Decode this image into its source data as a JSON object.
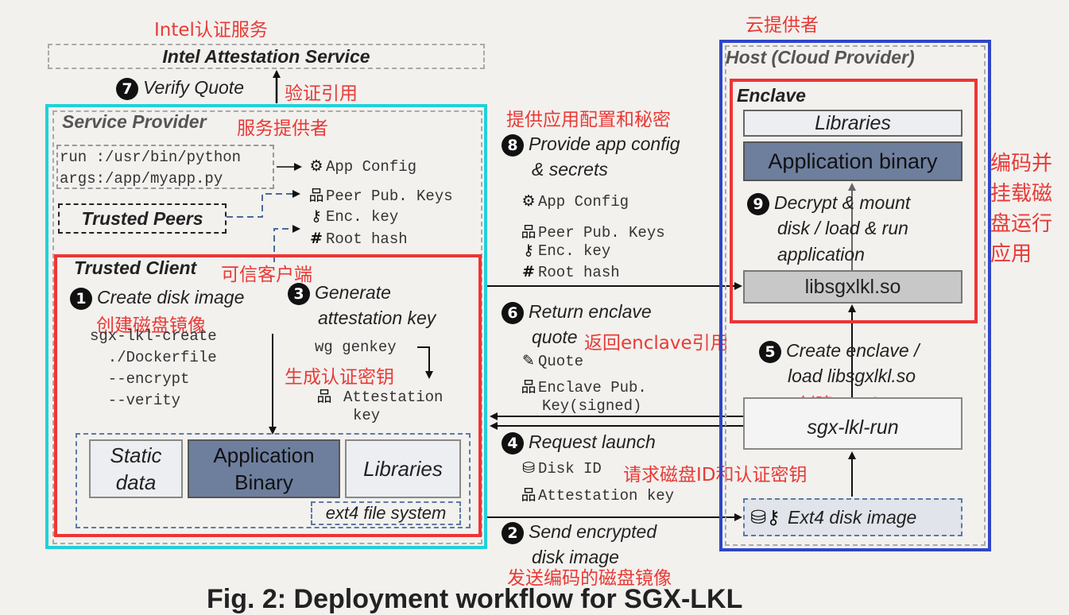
{
  "intel": {
    "cn_title": "Intel认证服务",
    "title": "Intel Attestation Service",
    "verify": "Verify Quote",
    "verify_cn": "验证引用"
  },
  "provider": {
    "title": "Service Provider",
    "title_cn": "服务提供者",
    "run_line": "run :/usr/bin/python",
    "args_line": "args:/app/myapp.py",
    "trusted_peers": "Trusted Peers",
    "items": [
      "App Config",
      "Peer Pub. Keys",
      "Enc. key",
      "Root hash"
    ]
  },
  "client": {
    "title": "Trusted Client",
    "title_cn": "可信客户端",
    "step1": "Create disk image",
    "step1_cn": "创建磁盘镜像",
    "cmd": [
      "sgx-lkl-create",
      "  ./Dockerfile",
      "  --encrypt",
      "  --verity"
    ],
    "step3_a": "Generate",
    "step3_b": "attestation key",
    "wg": "wg genkey",
    "step3_cn": "生成认证密钥",
    "att_a": "Attestation",
    "att_b": "key",
    "fs": {
      "static_a": "Static",
      "static_b": "data",
      "app_a": "Application",
      "app_b": "Binary",
      "libs": "Libraries",
      "ext4": "ext4 file system"
    }
  },
  "middle": {
    "step8_cn": "提供应用配置和秘密",
    "step8_a": "Provide app config",
    "step8_b": "& secrets",
    "items8": [
      "App Config",
      "Peer Pub. Keys",
      "Enc. key",
      "Root hash"
    ],
    "step6_a": "Return enclave",
    "step6_b": "quote",
    "step6_cn": "返回enclave引用",
    "items6": [
      "Quote",
      "Enclave Pub.",
      "Key(signed)"
    ],
    "step4": "Request launch",
    "step4_cn": "请求磁盘ID和认证密钥",
    "items4": [
      "Disk ID",
      "Attestation key"
    ],
    "step2_a": "Send encrypted",
    "step2_b": "disk image",
    "step2_cn": "发送编码的磁盘镜像"
  },
  "host": {
    "cn_title": "云提供者",
    "title": "Host (Cloud Provider)",
    "enclave": "Enclave",
    "libraries": "Libraries",
    "app_binary": "Application binary",
    "step9_a": "Decrypt & mount",
    "step9_b": "disk / load & run",
    "step9_c": "application",
    "step9_cn": [
      "编码并",
      "挂载磁",
      "盘运行",
      "应用"
    ],
    "libsgx": "libsgxlkl.so",
    "step5_a": "Create enclave /",
    "step5_b": "load libsgxlkl.so",
    "step5_cn": "创建 Enclave",
    "run": "sgx-lkl-run",
    "disk": "Ext4 disk image"
  },
  "steps": {
    "s1": "1",
    "s2": "2",
    "s3": "3",
    "s4": "4",
    "s5": "5",
    "s6": "6",
    "s7": "7",
    "s8": "8",
    "s9": "9"
  },
  "caption": "Fig. 2: Deployment workflow for SGX-LKL",
  "icons": [
    "gear-icon",
    "network-icon",
    "key-icon",
    "hash-icon",
    "quote-doc-icon",
    "database-icon",
    "disk-key-icon"
  ],
  "colors": {
    "cyan": "#22d0d8",
    "red": "#ee3434",
    "blue": "#2f45c9",
    "app_fill": "#6e7f9e",
    "red_text": "#e83a36"
  }
}
